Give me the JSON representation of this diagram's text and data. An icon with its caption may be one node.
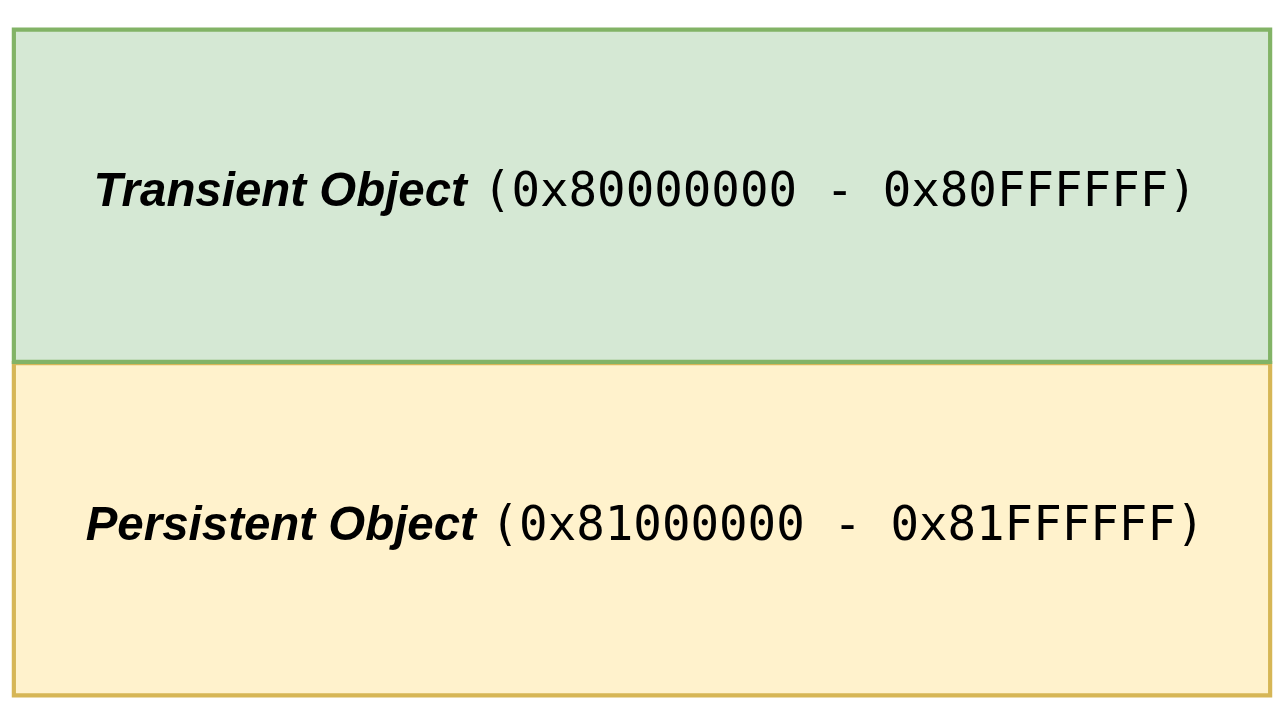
{
  "diagram": {
    "nodes": [
      {
        "text": [
          "Transient Object",
          "(0x80000000 - 0x80FFFFFF)"
        ]
      },
      {
        "text": [
          "Persistent Object",
          "(0x81000000 - 0x81FFFFFF)"
        ]
      }
    ],
    "edges": []
  }
}
